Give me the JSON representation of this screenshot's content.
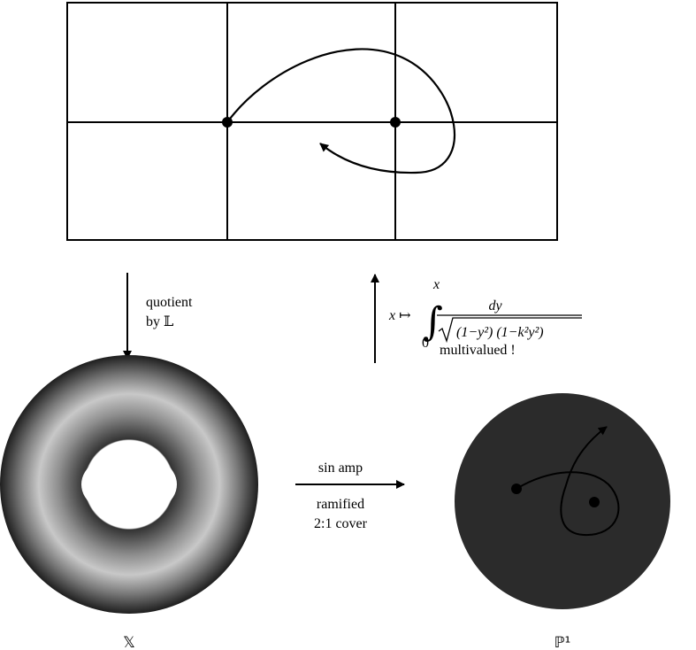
{
  "diagram": {
    "down_arrow": {
      "line1": "quotient",
      "line2": "by 𝕃"
    },
    "up_arrow": {
      "map": "x ↦",
      "upper_limit": "x",
      "lower_limit": "0",
      "numerator": "dy",
      "denominator": "(1−y²) (1−k²y²)",
      "note": "multivalued !"
    },
    "horizontal_arrow": {
      "above": "sin amp",
      "below_line1": "ramified",
      "below_line2": "2:1 cover"
    },
    "torus_label": "𝕏",
    "sphere_label": "ℙ¹",
    "colors": {
      "line": "#000000",
      "sphere_fill": "#2b2b2b",
      "torus_light": "#c8c8c8",
      "torus_dark": "#1e1e1e"
    }
  }
}
